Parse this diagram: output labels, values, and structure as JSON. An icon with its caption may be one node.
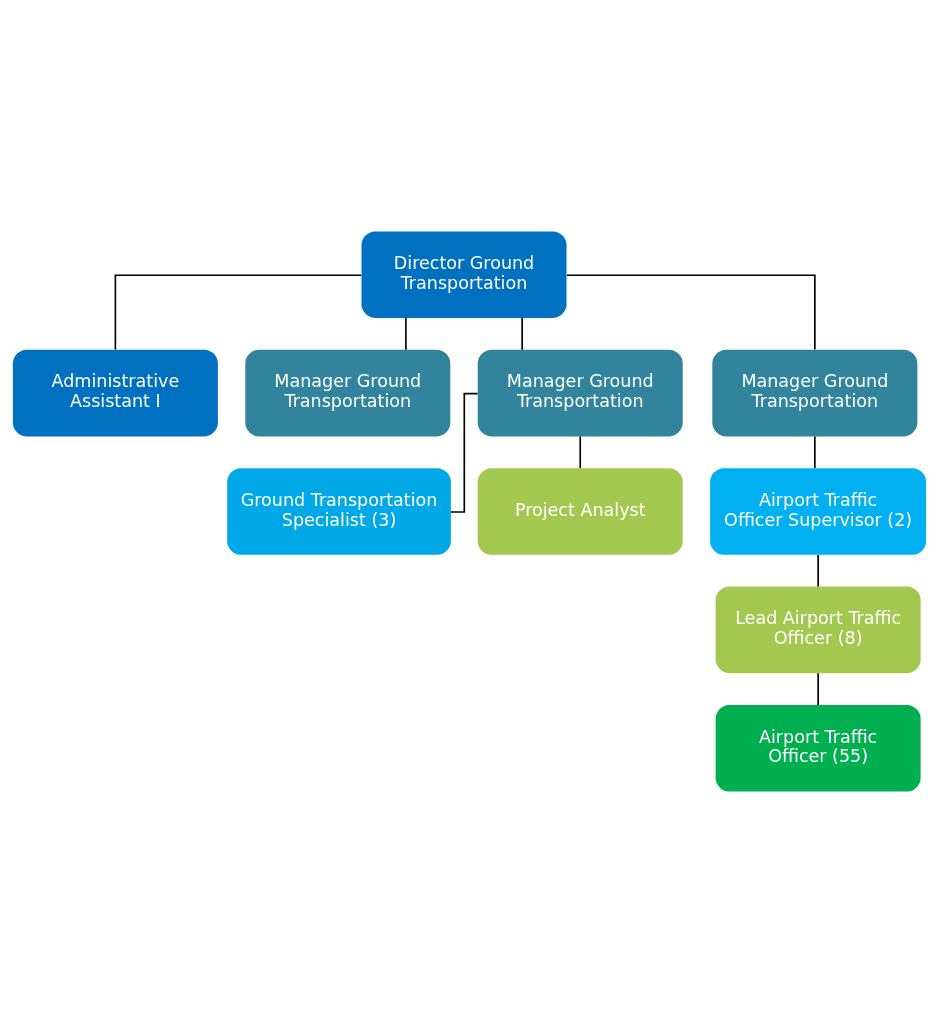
{
  "diagram": {
    "nodes": [
      {
        "text": [
          "Director Ground Transportation"
        ]
      },
      {
        "text": [
          "Administrative Assistant I"
        ]
      },
      {
        "text": [
          "Manager Ground Transportation"
        ]
      },
      {
        "text": [
          "Manager Ground Transportation"
        ]
      },
      {
        "text": [
          "Manager Ground Transportation"
        ]
      },
      {
        "text": [
          "Ground Transportation Specialist (3)"
        ]
      },
      {
        "text": [
          "Project Analyst"
        ]
      },
      {
        "text": [
          "Airport Traffic Officer Supervisor (2)"
        ]
      },
      {
        "text": [
          "Lead Airport Traffic Officer (8)"
        ]
      },
      {
        "text": [
          "Airport Traffic Officer (55)"
        ]
      }
    ],
    "edges": [
      {
        "from": 0,
        "to": 1,
        "arrow": "none"
      },
      {
        "from": 0,
        "to": 2,
        "arrow": "none"
      },
      {
        "from": 0,
        "to": 3,
        "arrow": "none"
      },
      {
        "from": 0,
        "to": 4,
        "arrow": "none"
      },
      {
        "from": 3,
        "to": 5,
        "arrow": "none"
      },
      {
        "from": 3,
        "to": 6,
        "arrow": "none"
      },
      {
        "from": 4,
        "to": 7,
        "arrow": "none"
      },
      {
        "from": 7,
        "to": 8,
        "arrow": "none"
      },
      {
        "from": 8,
        "to": 9,
        "arrow": "none"
      }
    ]
  }
}
